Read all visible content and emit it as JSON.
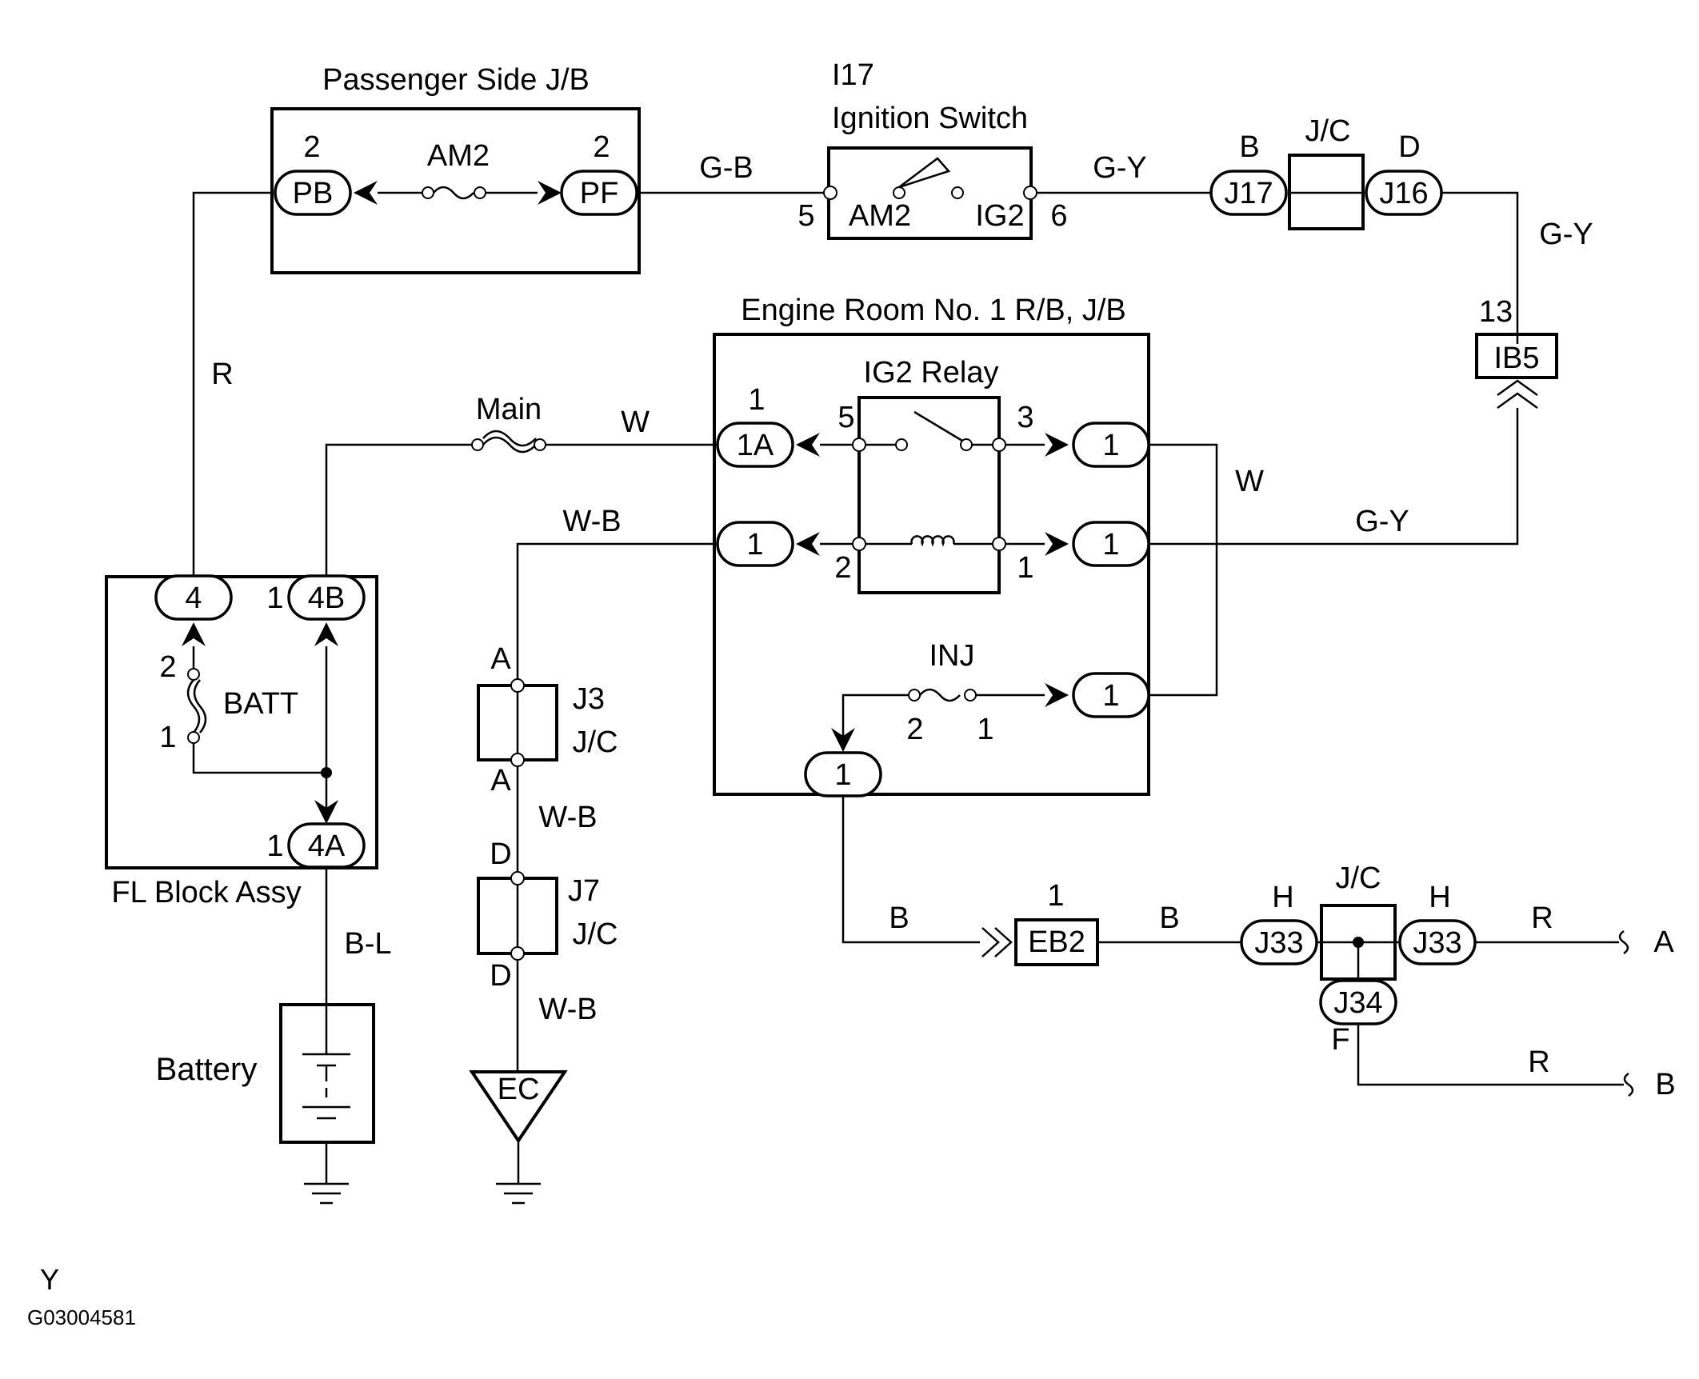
{
  "components": {
    "passenger_jb": {
      "title": "Passenger Side J/B",
      "fuse": "AM2",
      "conn_left": "PB",
      "conn_right": "PF",
      "pin_left": "2",
      "pin_right": "2"
    },
    "ignition_switch": {
      "code": "I17",
      "title": "Ignition Switch",
      "term_left": "AM2",
      "term_right": "IG2",
      "pin_left": "5",
      "pin_right": "6"
    },
    "jc_top": {
      "label": "J/C",
      "conn_left": "J17",
      "conn_right": "J16",
      "pin_left": "B",
      "pin_right": "D"
    },
    "ib5": {
      "conn": "IB5",
      "pin": "13"
    },
    "engine_room_rb": {
      "title": "Engine Room No. 1 R/B, J/B",
      "relay": "IG2 Relay",
      "relay_pins": [
        "5",
        "3",
        "2",
        "1"
      ],
      "fuse": "INJ",
      "fuse_pins": [
        "2",
        "1"
      ],
      "conn_1a": "1A",
      "conn_1a_pin": "1",
      "conn_generic": "1"
    },
    "main_fuse": "Main",
    "fl_block": {
      "title": "FL Block Assy",
      "fuse": "BATT",
      "conn_4": "4",
      "conn_4b": "4B",
      "conn_4a": "4A",
      "pin_1": "1",
      "pin_2": "2"
    },
    "battery": "Battery",
    "j3": {
      "code": "J3",
      "label": "J/C",
      "pin": "A"
    },
    "j7": {
      "code": "J7",
      "label": "J/C",
      "pin": "D"
    },
    "ec": "EC",
    "eb2": {
      "conn": "EB2",
      "pin": "1"
    },
    "jc_bottom": {
      "label": "J/C",
      "conn_left": "J33",
      "conn_right": "J33",
      "conn_bottom": "J34",
      "pin_left": "H",
      "pin_right": "H",
      "pin_bottom": "F"
    },
    "outputs": [
      "A",
      "B"
    ]
  },
  "wire_colors": {
    "gb": "G-B",
    "gy": "G-Y",
    "r": "R",
    "w": "W",
    "wb": "W-B",
    "bl": "B-L",
    "b": "B"
  },
  "footer": {
    "letter": "Y",
    "code": "G03004581"
  }
}
